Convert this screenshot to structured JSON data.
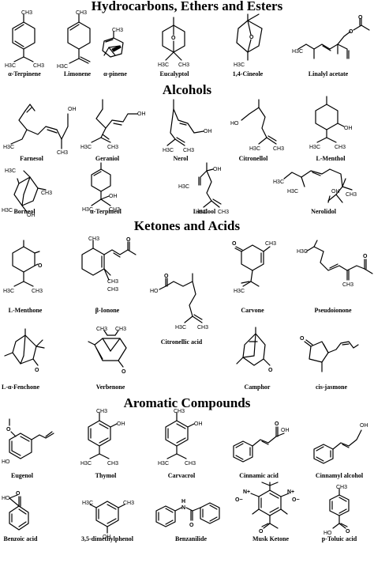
{
  "sections": {
    "hydrocarbons": "Hydrocarbons, Ethers and Esters",
    "alcohols": "Alcohols",
    "ketones": "Ketones and Acids",
    "aromatics": "Aromatic Compounds"
  },
  "compounds": {
    "alpha_terpinene": "α-Terpinene",
    "limonene": "Limonene",
    "alpha_pinene": "α-pinene",
    "eucalyptol": "Eucalyptol",
    "cineole": "1,4-Cineole",
    "linalyl_acetate": "Linalyl acetate",
    "farnesol": "Farnesol",
    "geraniol": "Geraniol",
    "nerol": "Nerol",
    "citronellol": "Citronellol",
    "menthol": "L-Menthol",
    "borneol": "Borneol",
    "alpha_terpineol": "α-Terpineol",
    "linalool": "Linalool",
    "nerolidol": "Nerolidol",
    "menthone": "L-Menthone",
    "beta_ionone": "β-Ionone",
    "carvone": "Carvone",
    "pseudoionone": "Pseudoionone",
    "citronellic_acid": "Citronellic acid",
    "fenchone": "L-α-Fenchone",
    "verbenone": "Verbenone",
    "camphor": "Camphor",
    "cis_jasmone": "cis-jasmone",
    "eugenol": "Eugenol",
    "thymol": "Thymol",
    "carvacrol": "Carvacrol",
    "cinnamic_acid": "Cinnamic acid",
    "cinnamyl_alcohol": "Cinnamyl alcohol",
    "benzoic_acid": "Benzoic acid",
    "dimethylphenol": "3,5-dimethylphenol",
    "benzanilide": "Benzanilide",
    "musk_ketone": "Musk Ketone",
    "toluic_acid": "p-Toluic acid"
  },
  "atoms": {
    "ch3": "CH3",
    "h3c": "H3C",
    "oh": "OH",
    "ho": "HO",
    "o": "O",
    "n": "N",
    "h": "H",
    "o_minus": "O−",
    "n_plus": "N+"
  }
}
